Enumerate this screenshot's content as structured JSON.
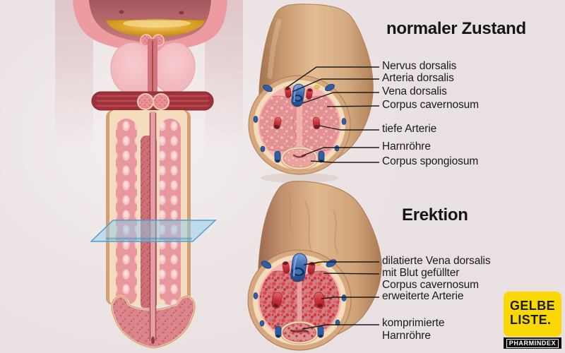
{
  "palette": {
    "background": "#ece4e5",
    "skin": "#d7a87d",
    "skin_shadow": "#9a6a47",
    "cream_fascia": "#f3dcbb",
    "pink_ring": "#f6b3b0",
    "cavernosum_normal": "#e29092",
    "cavernosum_erect_dots": "#de454c",
    "vein_blue": "#3a69b0",
    "artery_red": "#c83138",
    "urine_amber": "#dfa62e",
    "muscle_red": "#9e323a",
    "section_plane_blue": "#8dcdee",
    "leader_line": "#1b1b1b",
    "logo_yellow": "#f9d806",
    "logo_black": "#101010"
  },
  "sections": {
    "normal": {
      "title": "normaler Zustand",
      "labels": [
        {
          "text": "Nervus dorsalis"
        },
        {
          "text": "Arteria dorsalis"
        },
        {
          "text": "Vena dorsalis"
        },
        {
          "text": "Corpus cavernosum"
        },
        {
          "text": "tiefe Arterie"
        },
        {
          "text": "Harnröhre"
        },
        {
          "text": "Corpus spongiosum"
        }
      ]
    },
    "erection": {
      "title": "Erektion",
      "labels": [
        {
          "text": "dilatierte Vena dorsalis"
        },
        {
          "text": "mit Blut gefüllter"
        },
        {
          "text": "Corpus cavernosum"
        },
        {
          "text": "erweiterte Arterie"
        },
        {
          "text": "komprimierte"
        },
        {
          "text": "Harnröhre"
        }
      ]
    }
  },
  "logo": {
    "line1": "GELBE",
    "line2": "LISTE.",
    "subtitle": "PHARMINDEX"
  }
}
